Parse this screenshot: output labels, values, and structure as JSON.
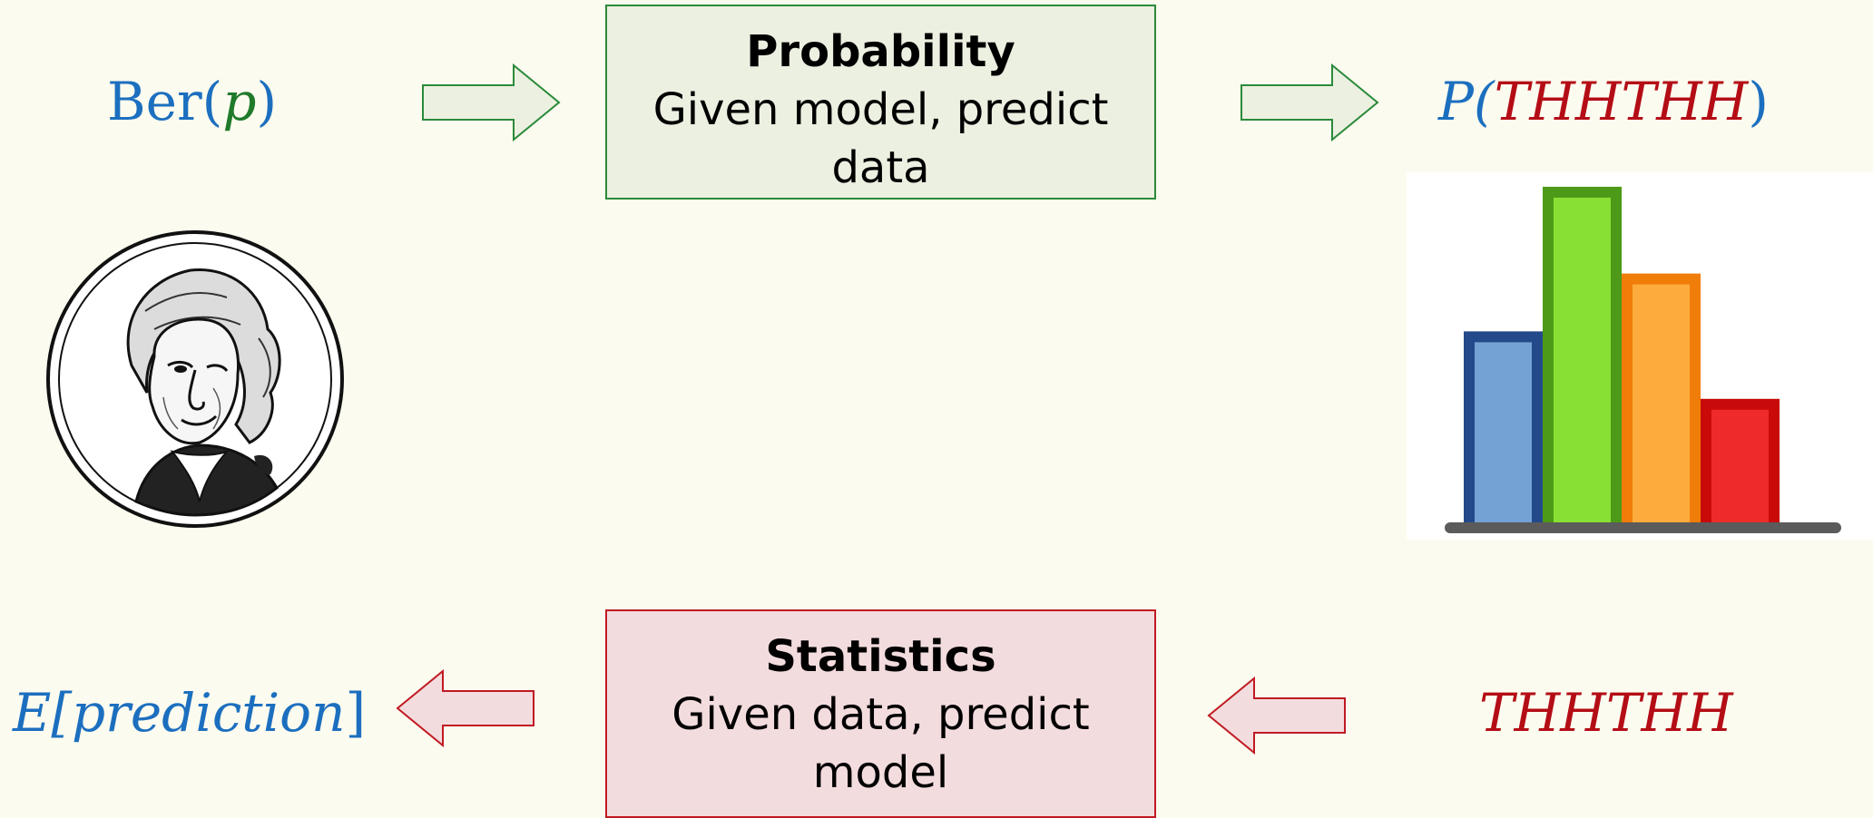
{
  "labels": {
    "ber_prefix": "Ber(",
    "ber_param": "p",
    "ber_suffix": ")",
    "prob_prefix": "P(",
    "prob_seq": "THHTHH",
    "prob_suffix": ")",
    "exp_prefix": "E[",
    "exp_arg": "prediction",
    "exp_suffix": "]",
    "data_seq": "THHTHH"
  },
  "probability_box": {
    "title": "Probability",
    "line1": "Given model, predict",
    "line2": "data"
  },
  "statistics_box": {
    "title": "Statistics",
    "line1": "Given data, predict",
    "line2": "model"
  },
  "colors": {
    "background": "#fcfbef",
    "blue": "#1c6fbf",
    "green": "#1f7a2a",
    "red": "#b40d16",
    "prob_fill": "#ecf0e1",
    "prob_border": "#2a8a3a",
    "stat_fill": "#f3dcde",
    "stat_border": "#c01a22"
  },
  "icons": {
    "coin": "washington-coin-icon",
    "histogram": "bar-chart-icon"
  },
  "chart_data": {
    "type": "bar",
    "categories": [
      "",
      "",
      "",
      ""
    ],
    "values": [
      4,
      7,
      5.2,
      2.6
    ],
    "colors": [
      "#74a2d4",
      "#89e035",
      "#fdab3d",
      "#ee2a2a"
    ],
    "borders": [
      "#24498b",
      "#4d9a18",
      "#f07d08",
      "#c80a0a"
    ],
    "ylim": [
      0,
      7.3
    ],
    "title": "",
    "xlabel": "",
    "ylabel": ""
  }
}
